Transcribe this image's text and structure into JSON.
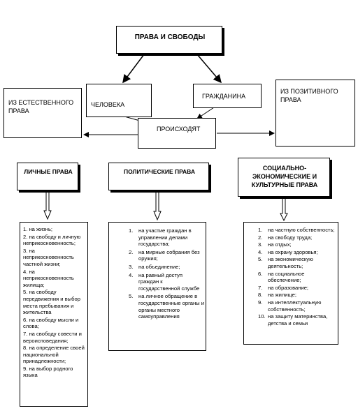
{
  "top_title": "ПРАВА И СВОБОДЫ",
  "natural_law": "ИЗ ЕСТЕСТВЕННОГО ПРАВА",
  "positive_law": "ИЗ ПОЗИТИВНОГО ПРАВА",
  "person": "ЧЕЛОВЕКА",
  "citizen": "ГРАЖДАНИНА",
  "originate": "ПРОИСХОДЯТ",
  "personal": {
    "title": "ЛИЧНЫЕ ПРАВА",
    "items": [
      "1. на жизнь;",
      "2. на свободу и личную неприкосновенность;",
      "3. на неприкосновенность частной жизни;",
      "4. на неприкосновенность жилища;",
      "5. на свободу передвижения и выбор места пребывания и жительства",
      "6. на свободу мысли и слова;",
      "7. на свободу совести и вероисповедания;",
      "8. на определение своей национальной принадлежности;",
      "9. на выбор родного языка"
    ]
  },
  "political": {
    "title": "ПОЛИТИЧЕСКИЕ ПРАВА",
    "items": [
      {
        "n": "1.",
        "text": "на участие граждан в управлении делами государства;"
      },
      {
        "n": "2.",
        "text": "на мирные собрания без оружия;"
      },
      {
        "n": "3.",
        "text": "на объединение;"
      },
      {
        "n": "4.",
        "text": "на равный доступ граждан к государственной службе"
      },
      {
        "n": "5.",
        "text": "на личное обращение в государственные органы и органы местного самоуправления"
      }
    ]
  },
  "social": {
    "title": "СОЦИАЛЬНО-ЭКОНОМИЧЕСКИЕ И КУЛЬТУРНЫЕ ПРАВА",
    "items": [
      {
        "n": "1.",
        "text": "на частную собственность;"
      },
      {
        "n": "2.",
        "text": "на свободу труда;"
      },
      {
        "n": "3.",
        "text": "на отдых;"
      },
      {
        "n": "4.",
        "text": "на охрану здоровья;"
      },
      {
        "n": "5.",
        "text": "на экономическую деятельность;"
      },
      {
        "n": "6.",
        "text": "на социальное обеспечение;"
      },
      {
        "n": "7.",
        "text": "на образование;"
      },
      {
        "n": "8.",
        "text": "на жилище;"
      },
      {
        "n": "9.",
        "text": "на интеллектуальную собственность;"
      },
      {
        "n": "10.",
        "text": "на защиту материнства, детства и семьи"
      }
    ]
  }
}
